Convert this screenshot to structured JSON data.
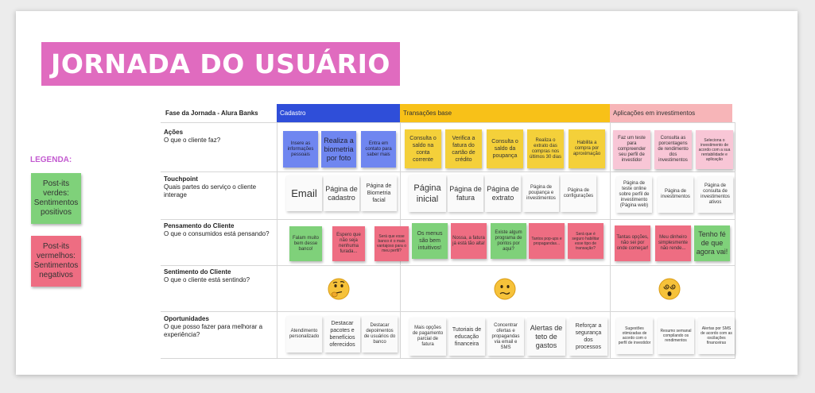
{
  "title": "JORNADA DO USUÁRIO",
  "legend": {
    "title": "LEGENDA:",
    "green": "Post-its verdes: Sentimentos positivos",
    "red": "Post-its vermelhos: Sentimentos negativos"
  },
  "header": {
    "label": "Fase da Jornada - Alura Banks",
    "phases": [
      "Cadastro",
      "Transações base",
      "Aplicações em investimentos"
    ]
  },
  "rows": {
    "acoes": {
      "title": "Ações",
      "subtitle": "O que o cliente faz?"
    },
    "touchpoint": {
      "title": "Touchpoint",
      "subtitle": "Quais partes do serviço o cliente interage"
    },
    "pensamento": {
      "title": "Pensamento do Cliente",
      "subtitle": "O que o consumidos está pensando?"
    },
    "sentimento": {
      "title": "Sentimento do Cliente",
      "subtitle": "O que o cliente está sentindo?"
    },
    "oportunidades": {
      "title": "Oportunidades",
      "subtitle": "O que posso fazer para melhorar a experiência?"
    }
  },
  "notes": {
    "acoes": [
      "Insere as informações pessoais",
      "Realiza a biometria por foto",
      "Entra em contato para saber mais",
      "Consulta o saldo na conta corrente",
      "Verifica a fatura do cartão de crédito",
      "Consulta o saldo da poupança",
      "Realiza o extrato das compras nos últimos 30 dias",
      "Habilita a compra por aproximação",
      "Faz um teste para compreender seu perfil de investidor",
      "Consulta as porcentagens de rendimento dos investimentos",
      "Seleciona o investimento de acordo com a sua rentabilidade e aplicação"
    ],
    "touchpoint": [
      "Email",
      "Página de cadastro",
      "Página de Biometria facial",
      "Página inicial",
      "Página de fatura",
      "Página de extrato",
      "Página de poupança e investimentos",
      "Página de configurações",
      "Página de teste online sobre perfil de investimento (Página web)",
      "Página de investimentos",
      "Página de consulta de investimentos ativos"
    ],
    "pensamento": [
      "Falam muito bem desse banco!",
      "Espero que não seja nenhuma furada...",
      "Será que esse banco é o mais vantajoso para o meu perfil?",
      "Os menus são bem intuitivos!",
      "Nossa, a fatura já está tão alta!",
      "Existe algum programa de pontos por aqui?",
      "Tantos pop-ups e propagandas...",
      "Será que é seguro habilitar esse tipo de transação?",
      "Tantas opções, não sei por onde começar!",
      "Meu dinheiro simplesmente não rende...",
      "Tenho fé de que agora vai!"
    ],
    "oportunidades": [
      "Atendimento personalizado",
      "Destacar pacotes e benefícios oferecidos",
      "Destacar depoimentos de usuários do banco",
      "Mais opções de pagamento parcial de fatura",
      "Tutoriais de educação financeira",
      "Concentrar ofertas e propagandas via email e SMS",
      "Alertas de teto de gastos",
      "Reforçar a segurança dos processos",
      "Sugestões otimizadas de acordo com o perfil de investidor",
      "Resumo semanal compilando os rendimentos",
      "Alertas por SMS de acordo com as oscilações financeiras"
    ]
  },
  "feelings": [
    "thinking-face-icon",
    "confused-face-icon",
    "dizzy-face-icon"
  ],
  "colors": {
    "title_bg": "#e06bbf",
    "cadastro": "#2f4ed9",
    "transacoes": "#f8c118",
    "aplicacoes": "#f7b5b8",
    "positive": "#7fd17a",
    "negative": "#ee6d82"
  }
}
